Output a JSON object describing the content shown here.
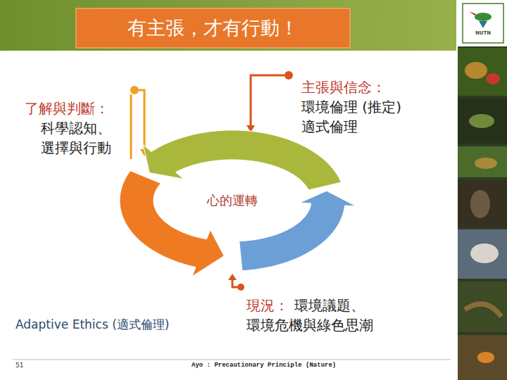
{
  "diagram": {
    "title": "有主張，才有行動！",
    "nodes": [
      {
        "text": [
          "心的運轉"
        ]
      }
    ],
    "labels": [
      "了解與判斷：",
      "科學認知、 選擇與行動",
      "主張與信念：",
      "環境倫理 (推定) 適式倫理",
      "現況：",
      "環境議題、 環境危機與綠色思潮",
      "Adaptive Ethics (適式倫理)",
      "51",
      "Ayo : Precautionary Principle (Nature)",
      "NUTN"
    ]
  }
}
